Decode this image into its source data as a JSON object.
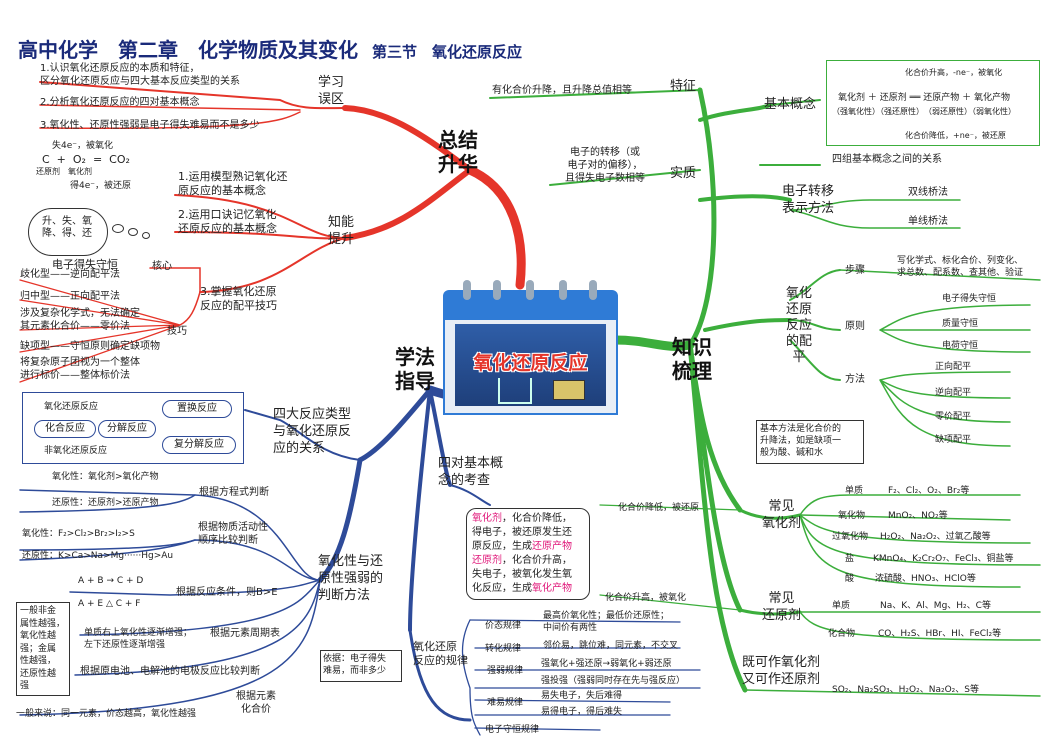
{
  "header": {
    "title": "高中化学　第二章　化学物质及其变化",
    "section": "第三节　氧化还原反应"
  },
  "center": {
    "label": "氧化还原反应"
  },
  "branches": {
    "summary": "总结\n升华",
    "knowledge": "知识\n梳理",
    "method": "学法\n指导"
  },
  "summary": {
    "goals_title": "学习\n误区",
    "goals": [
      "1.认识氧化还原反应的本质和特征，\n区分氧化还原反应与四大基本反应类型的关系",
      "2.分析氧化还原反应的四对基本概念",
      "3.氧化性、还原性强弱是电子得失难易而不是多少"
    ],
    "eq_top": "失4e⁻，被氧化",
    "eq_main": "C  +  O₂  =  CO₂",
    "eq_sub": "还原剂　氧化剂",
    "eq_bottom": "得4e⁻，被还原",
    "ability_title": "知能\n提升",
    "ability": [
      "1.运用模型熟记氧化还\n原反应的基本概念",
      "2.运用口诀记忆氧化\n还原反应的基本概念",
      "3.掌握氧化还原\n反应的配平技巧"
    ],
    "cloud": "升、失、氧\n降、得、还",
    "core": "核心",
    "core_item": "电子得失守恒",
    "skill": "技巧",
    "skills": [
      "歧化型——逆向配平法",
      "归中型——正向配平法",
      "涉及复杂化学式，无法确定\n其元素化合价——零价法",
      "缺项型——守恒原则确定缺项物",
      "将复杂原子团视为一个整体\n进行标价——整体标价法"
    ]
  },
  "knowledge": {
    "feature_title": "特征",
    "feature": "有化合价升降，且升降总值相等",
    "essence_title": "实质",
    "essence": "电子的转移（或\n电子对的偏移），\n且得失电子数相等",
    "basic_title": "基本概念",
    "basic_top": "化合价升高，-ne⁻，被氧化",
    "basic_line": "氧化剂 ＋ 还原剂 ══ 还原产物 ＋ 氧化产物",
    "basic_props": "（强氧化性）（强还原性）　（弱还原性）（弱氧化性）",
    "basic_bottom": "化合价降低，+ne⁻，被还原",
    "basic_four": "四组基本概念之间的关系",
    "transfer_title": "电子转移\n表示方法",
    "transfer": [
      "双线桥法",
      "单线桥法"
    ],
    "balance_title": "氧化\n还原\n反应\n的配\n平",
    "steps_title": "步骤",
    "steps": "写化学式、标化合价、列变化、\n求总数、配系数、查其他、验证",
    "principle_title": "原则",
    "principles": [
      "电子得失守恒",
      "质量守恒",
      "电荷守恒"
    ],
    "method_title": "方法",
    "methods": [
      "正向配平",
      "逆向配平",
      "零价配平",
      "缺项配平"
    ],
    "method_note": "基本方法是化合价的\n升降法，如是缺项一\n般为酸、碱和水",
    "oxidant_title": "常见\n氧化剂",
    "oxidant_note": "化合价降低，被还原",
    "oxidants": [
      [
        "单质",
        "F₂、Cl₂、O₂、Br₂等"
      ],
      [
        "氧化物",
        "MnO₂、NO₂等"
      ],
      [
        "过氧化物",
        "H₂O₂、Na₂O₂、过氧乙酸等"
      ],
      [
        "盐",
        "KMnO₄、K₂Cr₂O₇、FeCl₃、铜盐等"
      ],
      [
        "酸",
        "浓硫酸、HNO₃、HClO等"
      ]
    ],
    "reductant_title": "常见\n还原剂",
    "reductant_note": "化合价升高，被氧化",
    "reductants": [
      [
        "单质",
        "Na、K、Al、Mg、H₂、C等"
      ],
      [
        "化合物",
        "CO、H₂S、HBr、HI、FeCl₂等"
      ]
    ],
    "both_title": "既可作氧化剂\n又可作还原剂",
    "both": "SO₂、Na₂SO₃、H₂O₂、Na₂O₂、S等"
  },
  "method": {
    "types_title": "四大反应类型\n与氧化还原反\n应的关系",
    "types": {
      "redox": "氧化还原反应",
      "combo": "化合反应",
      "decomp": "分解反应",
      "replace": "置换反应",
      "double": "复分解反应",
      "nonredox": "非氧化还原反应"
    },
    "four_title": "四对基本概\n念的考查",
    "four_note": [
      [
        "氧化剂",
        "，化合价降低，"
      ],
      [
        "得电子，被还原发生还",
        ""
      ],
      [
        "原反应，生成",
        "还原产物"
      ],
      [
        "还原剂",
        "，化合价升高，"
      ],
      [
        "失电子，被氧化发生氧",
        ""
      ],
      [
        "化反应，生成",
        "氧化产物"
      ]
    ],
    "judge_title": "氧化性与还\n原性强弱的\n判断方法",
    "eq_judge": "根据方程式判断",
    "eq_judge_items": [
      "氧化性：氧化剂>氧化产物",
      "还原性：还原剂>还原产物"
    ],
    "activity": "根据物质活动性\n顺序比较判断",
    "activity_items": [
      "氧化性：F₂>Cl₂>Br₂>I₂>S",
      "还原性：K>Ca>Na>Mg······Hg>Au"
    ],
    "cond": "根据反应条件，则B>E",
    "cond_items": [
      "A + B → C + D",
      "A + E △ C + F"
    ],
    "period": "根据元素周期表",
    "period_text": "单质右上氧化性逐渐增强；\n左下还原性逐渐增强",
    "left_note": "一般非金\n属性越强，\n氧化性越\n强；金属\n性越强，\n还原性越\n强",
    "cell": "根据原电池、电解池的电极反应比较判断",
    "valence": "根据元素\n化合价",
    "valence_text": "一般来说：同一元素，价态越高，氧化性越强",
    "basis": "依据：电子得失\n难易，而非多少",
    "rule_title": "氧化还原\n反应的规律",
    "rules": [
      [
        "价态规律",
        "最高价氧化性；最低价还原性；\n中间价有两性"
      ],
      [
        "转化规律",
        "邻价易，跳位难，同元素，不交叉"
      ],
      [
        "强弱规律",
        "强氧化+强还原→弱氧化+弱还原"
      ],
      [
        "",
        "强投强（强弱同时存在先与强反应）"
      ],
      [
        "难易规律",
        "易失电子，失后难得"
      ],
      [
        "",
        "易得电子，得后难失"
      ],
      [
        "电子守恒规律",
        ""
      ]
    ]
  }
}
